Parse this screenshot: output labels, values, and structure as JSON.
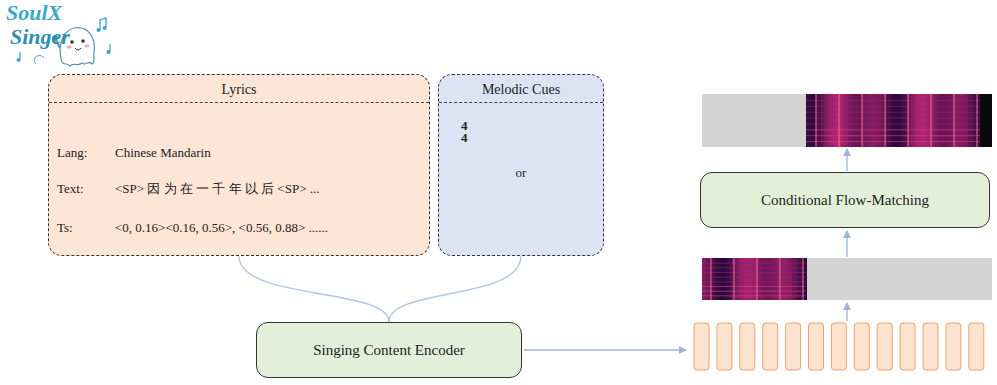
{
  "diagram": {
    "nodes": [
      {
        "text": [
          "Lyrics",
          "Lang:",
          "Chinese Mandarin",
          "Text:",
          "<SP> 因 为 在 一 千 年 以 后 <SP> ...",
          "Ts:",
          "<0, 0.16><0.16, 0.56>, <0.56, 0.88> ......"
        ]
      },
      {
        "text": [
          "Melodic Cues",
          "or"
        ]
      },
      {
        "text": [
          "Singing Content Encoder"
        ]
      },
      {
        "text": [
          "Conditional Flow-Matching"
        ]
      }
    ],
    "edges": [
      {
        "from": 0,
        "to": 2,
        "arrow": "none"
      },
      {
        "from": 1,
        "to": 2,
        "arrow": "none"
      }
    ],
    "labels": [
      "SoulX",
      "Singer",
      "4",
      "4"
    ]
  }
}
